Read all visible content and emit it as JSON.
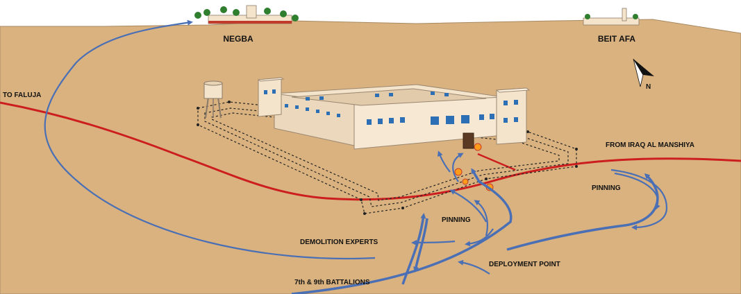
{
  "map": {
    "labels": {
      "negba": "NEGBA",
      "beit_afa": "BEIT AFA",
      "to_faluja": "TO FALUJA",
      "from_iraq": "FROM IRAQ AL MANSHIYA",
      "pinning_left": "PINNING",
      "pinning_right": "PINNING",
      "demolition": "DEMOLITION EXPERTS",
      "deployment": "DEPLOYMENT POINT",
      "battalions": "7th & 9th BATTALIONS"
    },
    "compass": {
      "letter": "N"
    },
    "colors": {
      "sky": "#ffffff",
      "terrain": "#d9b27f",
      "road": "#cc1e1e",
      "movement": "#4a6fb5",
      "building": "#f4e4cc",
      "window": "#2d6fb4",
      "wire": "#222222",
      "tree": "#2f7f2f",
      "roof": "#c23b2a"
    }
  }
}
